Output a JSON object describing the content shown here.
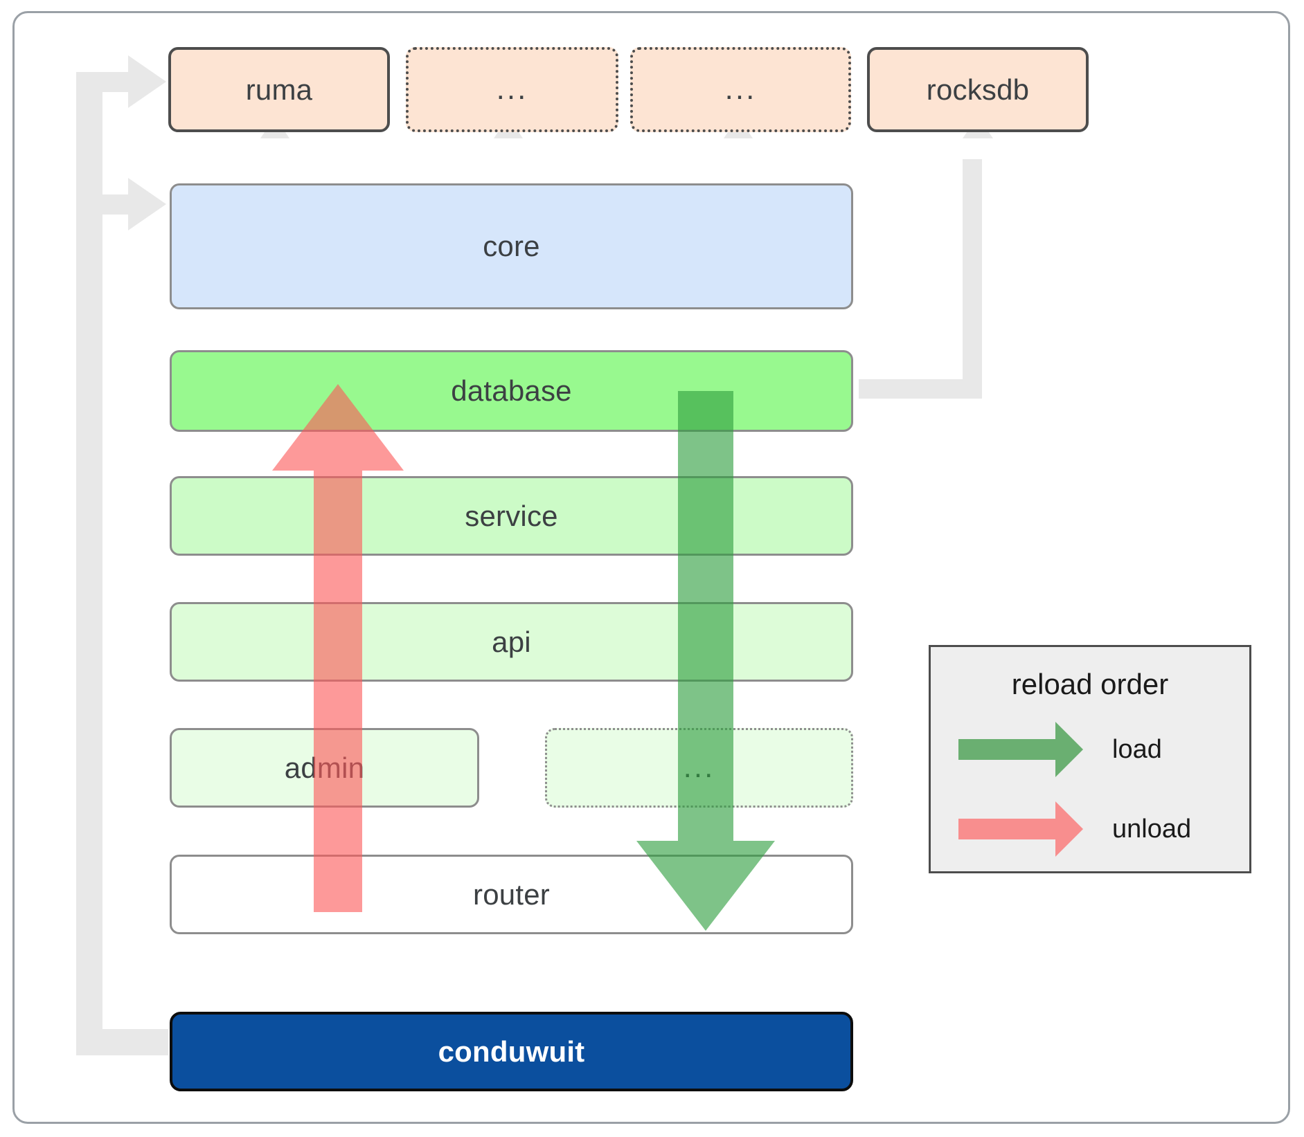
{
  "diagram": {
    "title": "conduwuit crate architecture / reload order",
    "colors": {
      "dependency_fill": "#fde4d3",
      "core_fill": "#d6e6fb",
      "database_fill": "#98f98f",
      "service_fill": "#ccfbc7",
      "api_fill": "#ddfcd8",
      "admin_fill": "#e9fde6",
      "router_fill": "#ffffff",
      "app_fill": "#0b4f9e",
      "load_arrow": "#5aae61",
      "unload_arrow": "#fb8a8a",
      "connector_gray": "#e8e8e8",
      "legend_bg": "#eeeeee",
      "border_dark": "#4d4d4d",
      "border_gray": "#8d8d8d"
    },
    "dependencies": [
      {
        "label": "ruma",
        "style": "solid"
      },
      {
        "label": "...",
        "style": "dotted"
      },
      {
        "label": "...",
        "style": "dotted"
      },
      {
        "label": "rocksdb",
        "style": "solid"
      }
    ],
    "layers": [
      {
        "label": "core",
        "style": "solid"
      },
      {
        "label": "database",
        "style": "solid"
      },
      {
        "label": "service",
        "style": "solid"
      },
      {
        "label": "api",
        "style": "solid"
      },
      {
        "label": "admin",
        "style": "solid"
      },
      {
        "label": "...",
        "style": "dotted"
      },
      {
        "label": "router",
        "style": "solid"
      }
    ],
    "application": {
      "label": "conduwuit"
    },
    "legend": {
      "title": "reload order",
      "entries": [
        {
          "label": "load",
          "color": "#5aae61",
          "direction": "down"
        },
        {
          "label": "unload",
          "color": "#fb8a8a",
          "direction": "up"
        }
      ]
    }
  }
}
